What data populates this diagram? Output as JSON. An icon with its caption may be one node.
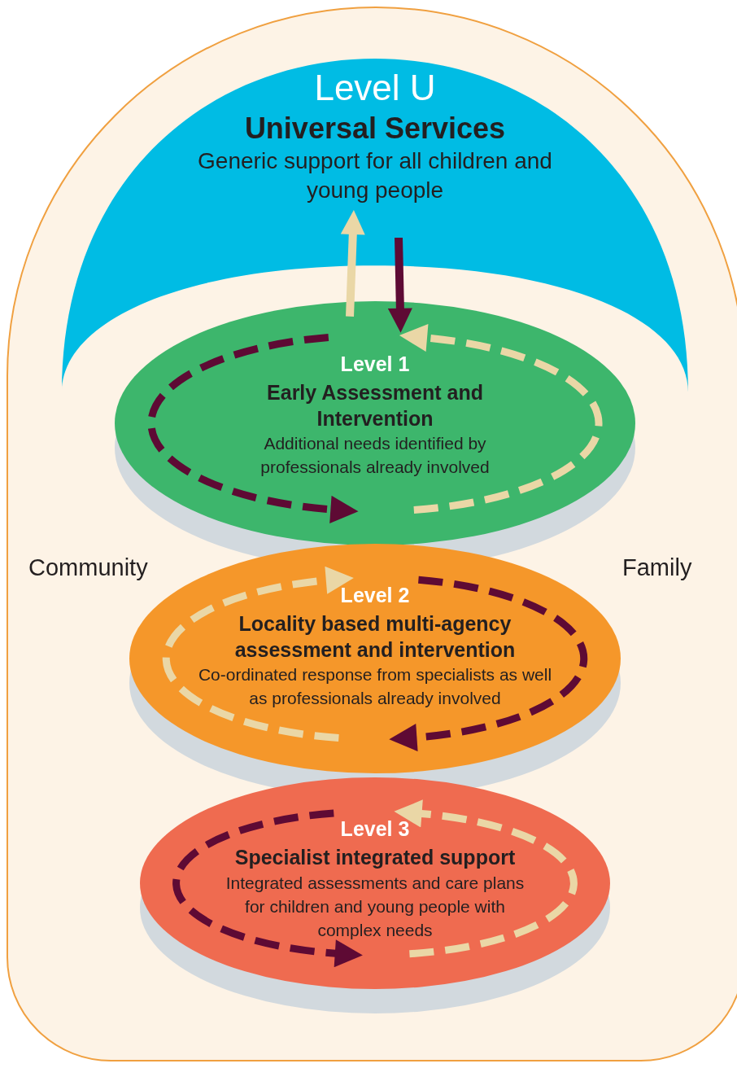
{
  "diagram": {
    "nodes": [
      {
        "text": [
          "Level U",
          "Universal Services",
          "Generic support for all children and young people"
        ]
      },
      {
        "text": [
          "Level 1",
          "Early Assessment and Intervention",
          "Additional needs identified by professionals already involved"
        ]
      },
      {
        "text": [
          "Level 2",
          "Locality based multi-agency assessment and intervention",
          "Co-ordinated response from specialists as well as professionals already involved"
        ]
      },
      {
        "text": [
          "Level 3",
          "Specialist integrated support",
          "Integrated assessments and care plans for children and young people with complex needs"
        ]
      }
    ],
    "edges": [
      {
        "from": 1,
        "to": 0,
        "arrow": "to",
        "color": "#ead7a6"
      },
      {
        "from": 0,
        "to": 1,
        "arrow": "to",
        "color": "#5e0a34"
      }
    ],
    "labels": [
      "Community",
      "Family"
    ]
  }
}
